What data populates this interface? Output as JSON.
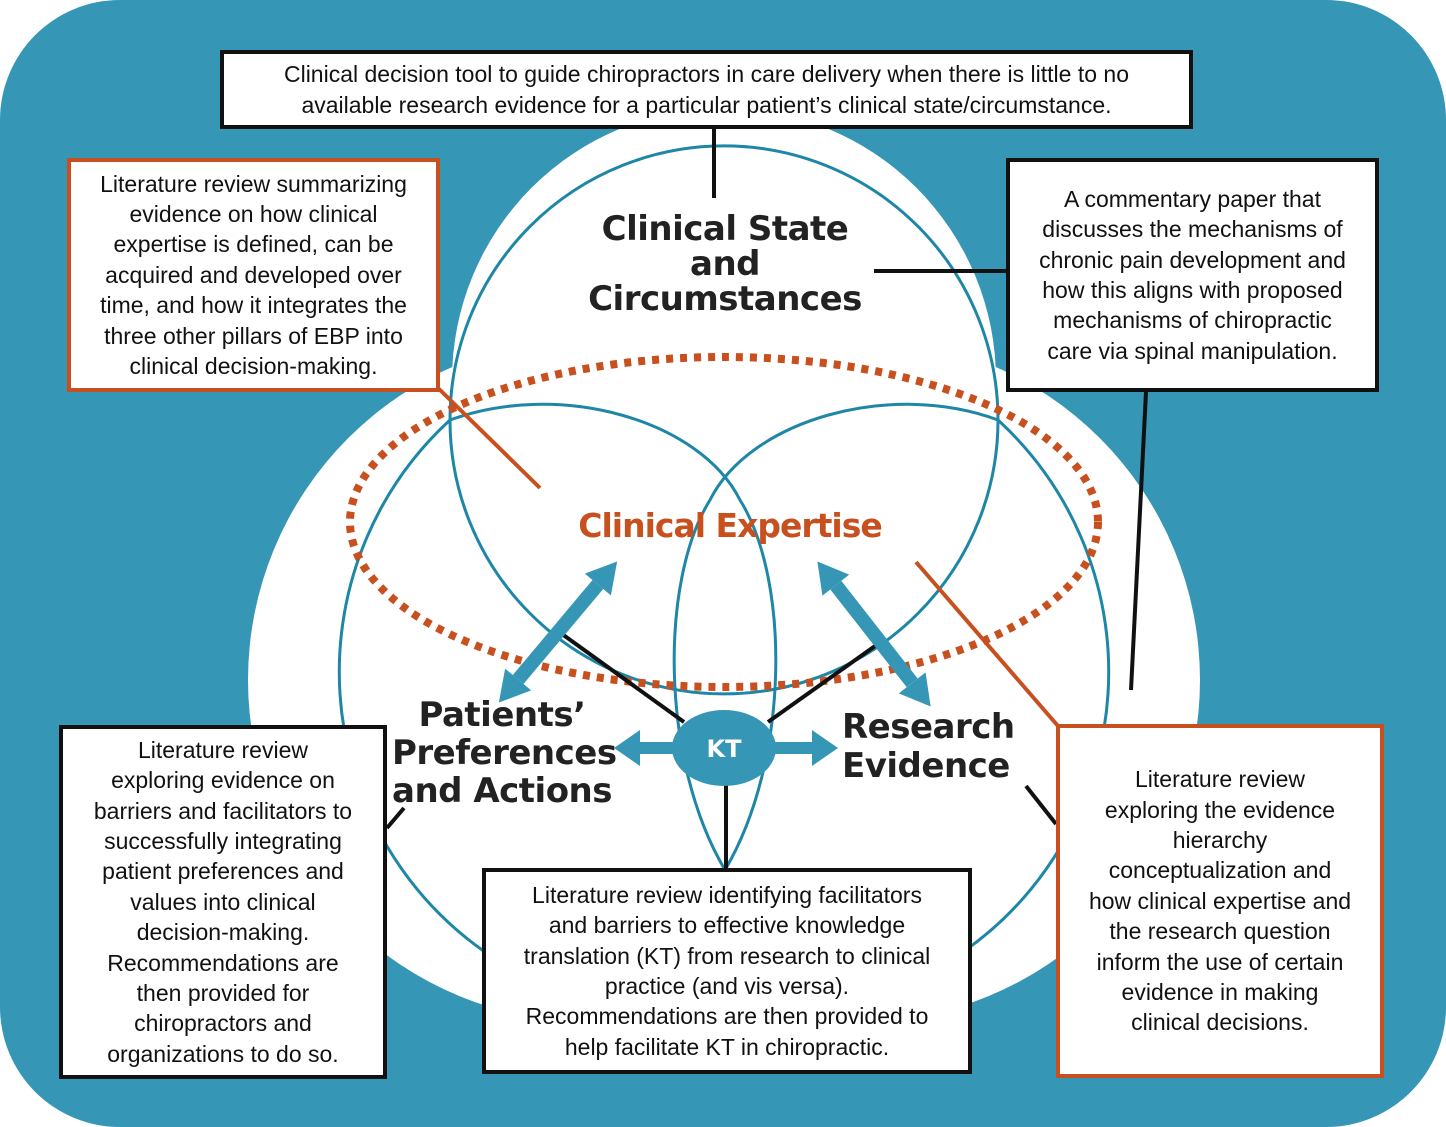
{
  "colors": {
    "background": "#3596b5",
    "circle_stroke": "#1e86a6",
    "expertise_orange": "#c8501e",
    "box_border_black": "#111111",
    "box_border_orange": "#c8501e",
    "arrow_teal": "#3596b5"
  },
  "diagram": {
    "circles": {
      "top": "Clinical State and Circumstances",
      "left": "Patients' Preferences and Actions",
      "right": "Research Evidence"
    },
    "labels": {
      "clinical_state": [
        "Clinical State",
        "and",
        "Circumstances"
      ],
      "patients": [
        "Patients’",
        "Preferences",
        "and Actions"
      ],
      "research": [
        "Research",
        "Evidence"
      ],
      "expertise": "Clinical Expertise",
      "kt": "KT"
    }
  },
  "boxes": {
    "top": {
      "lines": [
        "Clinical decision tool to guide chiropractors in care delivery when there is little to no",
        "available research evidence for a particular patient’s clinical state/circumstance."
      ]
    },
    "top_left": {
      "lines": [
        "Literature review summarizing",
        "evidence on how clinical",
        "expertise is defined, can be",
        "acquired and developed over",
        "time, and how it integrates the",
        "three other pillars of EBP into",
        "clinical decision-making."
      ]
    },
    "top_right": {
      "lines": [
        "A commentary paper that",
        "discusses the mechanisms of",
        "chronic pain development and",
        "how this aligns with proposed",
        "mechanisms of chiropractic",
        "care via spinal manipulation."
      ]
    },
    "bottom_left": {
      "lines": [
        "Literature review",
        "exploring evidence on",
        "barriers and facilitators to",
        "successfully integrating",
        "patient preferences and",
        "values into clinical",
        "decision-making.",
        "Recommendations are",
        "then provided for",
        "chiropractors and",
        "organizations to do so."
      ]
    },
    "bottom_center": {
      "lines": [
        "Literature review identifying facilitators",
        "and barriers to effective knowledge",
        "translation (KT) from research to clinical",
        "practice (and vis versa).",
        "Recommendations are then provided to",
        "help facilitate KT in chiropractic."
      ]
    },
    "bottom_right": {
      "lines": [
        "Literature review",
        "exploring the evidence",
        "hierarchy",
        "conceptualization and",
        "how clinical expertise and",
        "the research question",
        "inform the use of certain",
        "evidence in making",
        "clinical decisions."
      ]
    }
  }
}
